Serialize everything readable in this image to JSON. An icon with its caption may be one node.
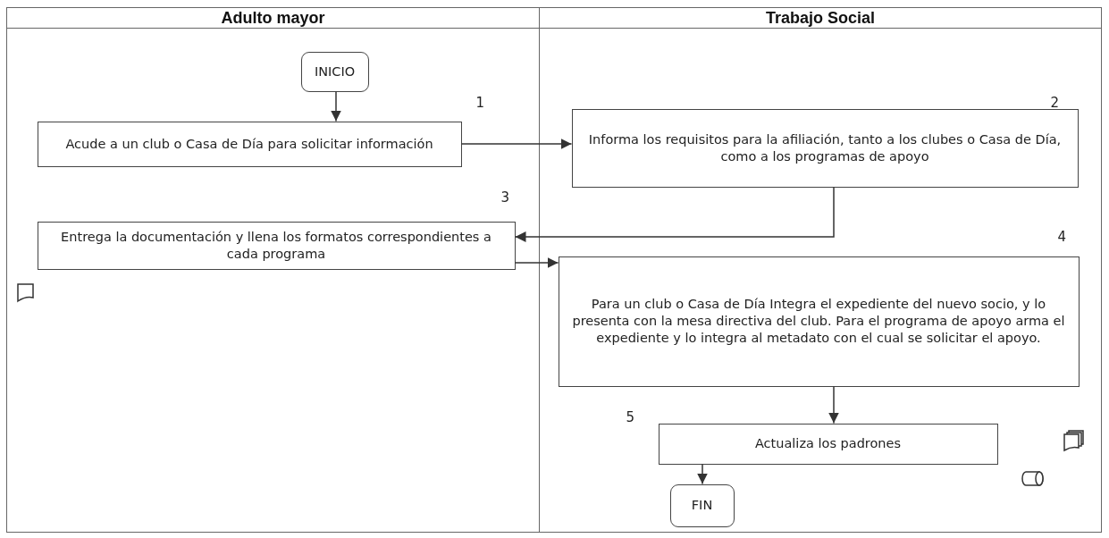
{
  "diagram": {
    "nodes": [
      {
        "text": [
          "Adulto mayor"
        ]
      },
      {
        "text": [
          "Trabajo Social"
        ]
      },
      {
        "text": [
          "INICIO"
        ],
        "in": 0
      },
      {
        "text": [
          "Acude a un club o Casa de Día para solicitar información"
        ],
        "in": 0,
        "beside": [
          "1"
        ]
      },
      {
        "text": [
          "Informa los requisitos para la afiliación, tanto a los clubes o Casa de Día, como a los programas de apoyo"
        ],
        "in": 1,
        "beside": [
          "2"
        ]
      },
      {
        "text": [
          "Entrega la documentación y llena los formatos correspondientes a cada programa"
        ],
        "in": 0,
        "beside": [
          "3"
        ]
      },
      {
        "text": [
          "Para un club o Casa de Día Integra el expediente del nuevo socio, y lo presenta con la mesa directiva del club. Para el programa de apoyo arma el expediente y lo integra al metadato con el cual se solicitar el apoyo."
        ],
        "in": 1,
        "beside": [
          "4"
        ]
      },
      {
        "text": [
          "Actualiza los padrones"
        ],
        "in": 1,
        "beside": [
          "5"
        ]
      },
      {
        "text": [
          "FIN"
        ],
        "in": 1
      }
    ],
    "edges": [
      {
        "from": 2,
        "to": 3,
        "arrow": "to"
      },
      {
        "from": 3,
        "to": 4,
        "arrow": "to"
      },
      {
        "from": 4,
        "to": 5,
        "arrow": "to"
      },
      {
        "from": 5,
        "to": 6,
        "arrow": "to"
      },
      {
        "from": 6,
        "to": 7,
        "arrow": "to"
      },
      {
        "from": 7,
        "to": 8,
        "arrow": "to"
      }
    ]
  }
}
